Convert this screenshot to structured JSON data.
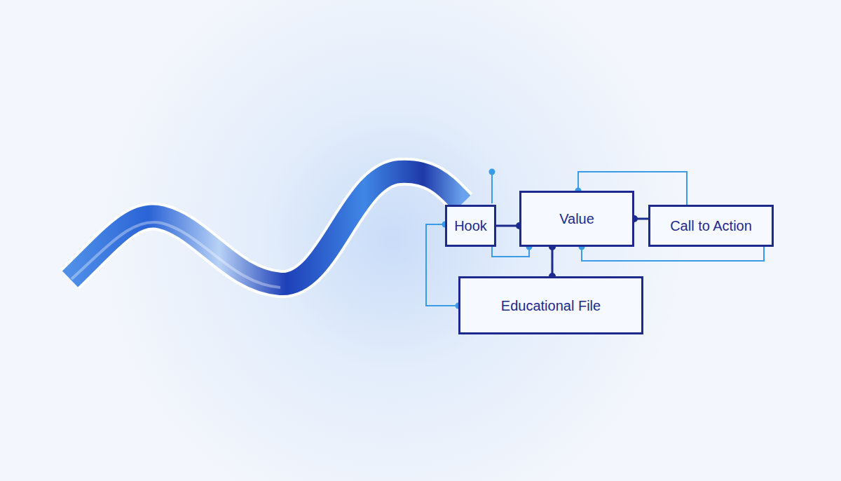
{
  "diagram": {
    "nodes": [
      {
        "text": [
          "Hook"
        ]
      },
      {
        "text": [
          "Value"
        ]
      },
      {
        "text": [
          "Call to Action"
        ]
      },
      {
        "text": [
          "Educational File"
        ]
      }
    ],
    "edges": [
      {
        "from": 0,
        "to": 1,
        "arrow": "none"
      },
      {
        "from": 1,
        "to": 2,
        "arrow": "none"
      },
      {
        "from": 1,
        "to": 3,
        "arrow": "none"
      },
      {
        "from": 0,
        "to": 3,
        "arrow": "none"
      },
      {
        "from": 1,
        "to": 2,
        "arrow": "none"
      },
      {
        "from": 0,
        "to": 1,
        "arrow": "none"
      },
      {
        "from": 1,
        "to": 2,
        "arrow": "none"
      }
    ]
  }
}
